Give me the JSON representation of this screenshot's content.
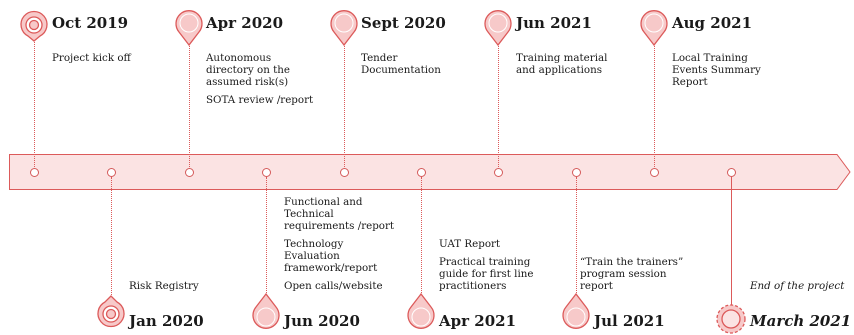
{
  "colors": {
    "accent": "#dc5a5a",
    "band_fill": "#fbe3e3",
    "pin_fill": "#f7c9c9"
  },
  "top_events": [
    {
      "date": "Oct 2019",
      "lines": [
        "Project kick off"
      ],
      "marker": "target"
    },
    {
      "date": "Apr 2020",
      "lines": [
        "Autonomous",
        "directory on the",
        "assumed risk(s)",
        "",
        "SOTA review /report"
      ],
      "marker": "pin"
    },
    {
      "date": "Sept 2020",
      "lines": [
        "Tender",
        "Documentation"
      ],
      "marker": "pin"
    },
    {
      "date": "Jun 2021",
      "lines": [
        "Training material",
        "and applications"
      ],
      "marker": "pin"
    },
    {
      "date": "Aug 2021",
      "lines": [
        "Local Training",
        "Events Summary",
        "Report"
      ],
      "marker": "pin"
    }
  ],
  "bottom_events": [
    {
      "date": "Jan 2020",
      "lines": [
        "Risk Registry"
      ],
      "marker": "target"
    },
    {
      "date": "Jun 2020",
      "lines": [
        "Functional and",
        "Technical",
        "requirements /report",
        "",
        "Technology",
        "Evaluation",
        "framework/report",
        "",
        "Open calls/website"
      ],
      "marker": "pin"
    },
    {
      "date": "Apr 2021",
      "lines": [
        "UAT Report",
        "",
        "Practical training",
        "guide for first line",
        "practitioners"
      ],
      "marker": "pin"
    },
    {
      "date": "Jul 2021",
      "lines": [
        "“Train the trainers”",
        "program session",
        "report"
      ],
      "marker": "pin"
    },
    {
      "date": "March 2021",
      "lines": [
        "End of the project"
      ],
      "marker": "sun",
      "italic": true
    }
  ]
}
